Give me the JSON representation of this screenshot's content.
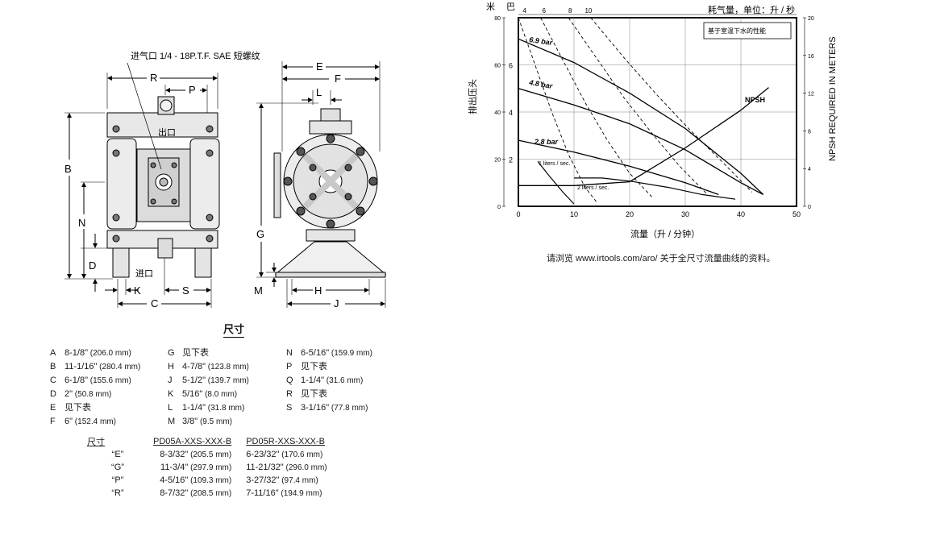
{
  "diagram": {
    "air_inlet": "进气口 1/4 - 18P.T.F. SAE 短螺纹",
    "outlet": "出口",
    "inlet": "进口",
    "labels": [
      "R",
      "P",
      "E",
      "L",
      "F",
      "B",
      "N",
      "D",
      "K",
      "S",
      "C",
      "G",
      "M",
      "H",
      "J"
    ]
  },
  "dimensions": {
    "title": "尺寸",
    "col1": [
      {
        "k": "A",
        "v": "8-1/8\"",
        "mm": "(206.0 mm)"
      },
      {
        "k": "B",
        "v": "11-1/16\"",
        "mm": "(280.4 mm)"
      },
      {
        "k": "C",
        "v": "6-1/8\"",
        "mm": "(155.6 mm)"
      },
      {
        "k": "D",
        "v": "2\"",
        "mm": "(50.8 mm)"
      },
      {
        "k": "E",
        "v": "见下表",
        "mm": ""
      },
      {
        "k": "F",
        "v": "6\"",
        "mm": "(152.4 mm)"
      }
    ],
    "col2": [
      {
        "k": "G",
        "v": "见下表",
        "mm": ""
      },
      {
        "k": "H",
        "v": "4-7/8\"",
        "mm": "(123.8 mm)"
      },
      {
        "k": "J",
        "v": "5-1/2\"",
        "mm": "(139.7 mm)"
      },
      {
        "k": "K",
        "v": "5/16\"",
        "mm": "(8.0 mm)"
      },
      {
        "k": "L",
        "v": "1-1/4\"",
        "mm": "(31.8 mm)"
      },
      {
        "k": "M",
        "v": "3/8\"",
        "mm": "(9.5 mm)"
      }
    ],
    "col3": [
      {
        "k": "N",
        "v": "6-5/16\"",
        "mm": "(159.9 mm)"
      },
      {
        "k": "P",
        "v": "见下表",
        "mm": ""
      },
      {
        "k": "Q",
        "v": "1-1/4\"",
        "mm": "(31.6 mm)"
      },
      {
        "k": "R",
        "v": "见下表",
        "mm": ""
      },
      {
        "k": "S",
        "v": "3-1/16\"",
        "mm": "(77.8 mm)"
      }
    ]
  },
  "variant_table": {
    "headers": [
      "尺寸",
      "PD05A-XXS-XXX-B",
      "PD05R-XXS-XXX-B"
    ],
    "rows": [
      {
        "dim": "“E”",
        "a": "8-3/32\"",
        "a_mm": "(205.5 mm)",
        "r": "6-23/32\"",
        "r_mm": "(170.6 mm)"
      },
      {
        "dim": "“G”",
        "a": "11-3/4\"",
        "a_mm": "(297.9 mm)",
        "r": "11-21/32\"",
        "r_mm": "(296.0 mm)"
      },
      {
        "dim": "“P”",
        "a": "4-5/16\"",
        "a_mm": "(109.3 mm)",
        "r": "3-27/32\"",
        "r_mm": "(97.4 mm)"
      },
      {
        "dim": "“R”",
        "a": "8-7/32\"",
        "a_mm": "(208.5 mm)",
        "r": "7-11/16\"",
        "r_mm": "(194.9 mm)"
      }
    ]
  },
  "chart_data": {
    "type": "line",
    "title_left_units": "米",
    "title_left_units2": "巴",
    "air_axis_title": "耗气量，单位：升 / 秒",
    "air_ticks": [
      "4",
      "6",
      "8",
      "10"
    ],
    "legend_box": "基于室温下水的性能",
    "xlabel": "流量（升 / 分钟）",
    "ylabel": "排出压头",
    "y2label": "NPSH REQUIRED IN METERS",
    "xlim": [
      0,
      50
    ],
    "ylim_m": [
      0,
      80
    ],
    "ylim_bar": [
      0,
      8
    ],
    "ylim_npsh": [
      0,
      20
    ],
    "x_ticks": [
      "0",
      "10",
      "20",
      "30",
      "40",
      "50"
    ],
    "y_m_ticks": [
      "0",
      "20",
      "40",
      "60",
      "80"
    ],
    "y_bar_ticks": [
      "2",
      "4",
      "6"
    ],
    "y_npsh_ticks": [
      "0",
      "4",
      "8",
      "12",
      "16",
      "20"
    ],
    "series": [
      {
        "name": "6.9 bar",
        "x": [
          0,
          10,
          20,
          30,
          40,
          44
        ],
        "y": [
          71,
          61,
          48,
          33,
          14,
          5
        ]
      },
      {
        "name": "4.8 bar",
        "x": [
          0,
          10,
          20,
          30,
          40,
          44
        ],
        "y": [
          50,
          43,
          35,
          24,
          10,
          5
        ]
      },
      {
        "name": "2.8 bar",
        "x": [
          0,
          10,
          20,
          30,
          36
        ],
        "y": [
          28,
          23,
          17,
          10,
          5
        ]
      },
      {
        "name": "NPSHr",
        "x": [
          0,
          10,
          20,
          30,
          40,
          45
        ],
        "y_npsh": [
          2.2,
          2.2,
          2.6,
          6.2,
          10.2,
          12.6
        ]
      }
    ],
    "air_curves": [
      {
        "name": "4",
        "x": [
          0,
          3,
          6,
          9,
          12,
          14
        ],
        "y": [
          80,
          60,
          40,
          22,
          8,
          2
        ]
      },
      {
        "name": "6",
        "x": [
          4,
          8,
          12,
          16,
          20,
          24
        ],
        "y": [
          80,
          62,
          44,
          28,
          14,
          4
        ]
      },
      {
        "name": "8",
        "x": [
          9,
          14,
          19,
          24,
          29,
          34
        ],
        "y": [
          80,
          63,
          46,
          31,
          17,
          5
        ]
      },
      {
        "name": "10",
        "x": [
          13,
          19,
          25,
          31,
          37,
          42
        ],
        "y": [
          80,
          63,
          47,
          32,
          18,
          6
        ]
      }
    ],
    "flow_lines": [
      {
        "name": "1 liters / sec.",
        "x": [
          3.5,
          5.5,
          8,
          10
        ],
        "y": [
          19,
          13,
          6,
          1
        ]
      },
      {
        "name": "2 liters / sec.",
        "x": [
          10,
          15,
          20,
          27,
          33,
          39
        ],
        "y": [
          12,
          12,
          10.7,
          8,
          5,
          3
        ]
      }
    ],
    "annotations": {
      "s1": "1 liters / sec.",
      "s2": "2 liters / sec.",
      "npsh": "NPSH"
    }
  },
  "footer_note": "请浏览 www.irtools.com/aro/ 关于全尺寸流量曲线的资料。"
}
